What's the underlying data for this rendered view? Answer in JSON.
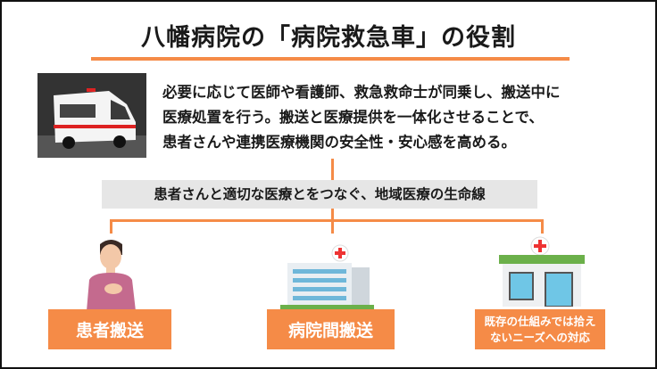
{
  "title": "八幡病院の「病院救急車」の役割",
  "description": [
    "必要に応じて医師や看護師、救急救命士が同乗し、搬送中に",
    "医療処置を行う。搬送と医療提供を一体化させることで、",
    "患者さんや連携医療機関の安全性・安心感を高める。"
  ],
  "banner": "患者さんと適切な医療とをつなぐ、地域医療の生命線",
  "roles": [
    {
      "label": "患者搬送",
      "icon": "patient-icon"
    },
    {
      "label": "病院間搬送",
      "icon": "hospital-icon"
    },
    {
      "label": "既存の仕組みでは拾えないニーズへの対応",
      "lines": [
        "既存の仕組みでは拾え",
        "ないニーズへの対応"
      ],
      "icon": "clinic-icon"
    }
  ],
  "colors": {
    "accent": "#f58b47",
    "banner": "#e6e6e6"
  }
}
